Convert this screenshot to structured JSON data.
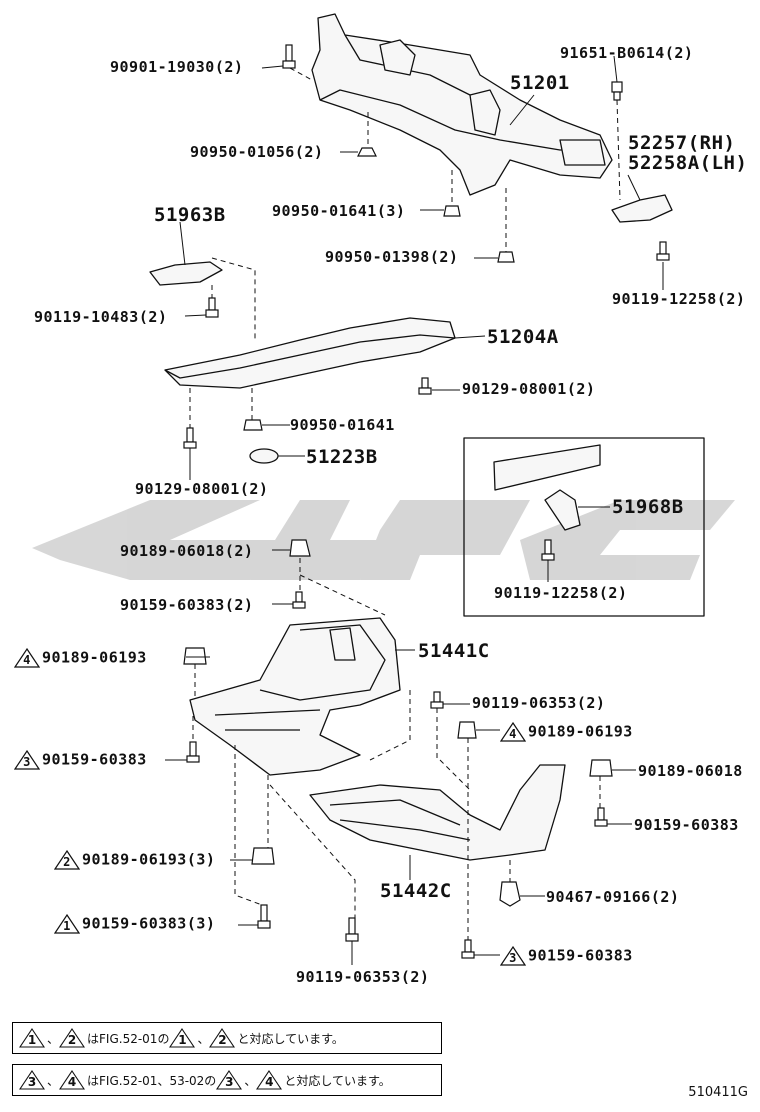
{
  "parts": [
    {
      "id": "p1",
      "text": "90901-19030(2)"
    },
    {
      "id": "p2",
      "text": "51201"
    },
    {
      "id": "p3",
      "text": "91651-B0614(2)"
    },
    {
      "id": "p4",
      "text": "90950-01056(2)"
    },
    {
      "id": "p5",
      "text": "52257(RH)"
    },
    {
      "id": "p6",
      "text": "52258A(LH)"
    },
    {
      "id": "p7",
      "text": "51963B"
    },
    {
      "id": "p8",
      "text": "90950-01641(3)"
    },
    {
      "id": "p9",
      "text": "90950-01398(2)"
    },
    {
      "id": "p10",
      "text": "90119-10483(2)"
    },
    {
      "id": "p11",
      "text": "90119-12258(2)"
    },
    {
      "id": "p12",
      "text": "51204A"
    },
    {
      "id": "p13",
      "text": "90129-08001(2)"
    },
    {
      "id": "p14",
      "text": "90950-01641"
    },
    {
      "id": "p15",
      "text": "51223B"
    },
    {
      "id": "p16",
      "text": "90129-08001(2)"
    },
    {
      "id": "p17",
      "text": "51968B"
    },
    {
      "id": "p18",
      "text": "90189-06018(2)"
    },
    {
      "id": "p19",
      "text": "90119-12258(2)"
    },
    {
      "id": "p20",
      "text": "90159-60383(2)"
    },
    {
      "id": "p21",
      "text": "51441C"
    },
    {
      "id": "p22",
      "text": "90189-06193",
      "mark": "4"
    },
    {
      "id": "p23",
      "text": "90119-06353(2)"
    },
    {
      "id": "p24",
      "text": "90159-60383",
      "mark": "3"
    },
    {
      "id": "p25",
      "text": "90189-06193",
      "mark": "4"
    },
    {
      "id": "p26",
      "text": "90189-06018"
    },
    {
      "id": "p27",
      "text": "90159-60383"
    },
    {
      "id": "p28",
      "text": "90189-06193(3)",
      "mark": "2"
    },
    {
      "id": "p29",
      "text": "51442C"
    },
    {
      "id": "p30",
      "text": "90467-09166(2)"
    },
    {
      "id": "p31",
      "text": "90159-60383(3)",
      "mark": "1"
    },
    {
      "id": "p32",
      "text": "90159-60383",
      "mark": "3"
    },
    {
      "id": "p33",
      "text": "90119-06353(2)"
    }
  ],
  "notes": [
    {
      "m1": "1",
      "m2": "2",
      "mid": "はFIG.52-01の",
      "m3": "1",
      "m4": "2",
      "end": "と対応しています。",
      "sep": "、"
    },
    {
      "m1": "3",
      "m2": "4",
      "mid": "はFIG.52-01、53-02の",
      "m3": "3",
      "m4": "4",
      "end": "と対応しています。",
      "sep": "、"
    }
  ],
  "figure_code": "510411G",
  "colors": {
    "line": "#111111",
    "watermark": "#d0d0d0",
    "part_fill": "#f7f7f7"
  }
}
